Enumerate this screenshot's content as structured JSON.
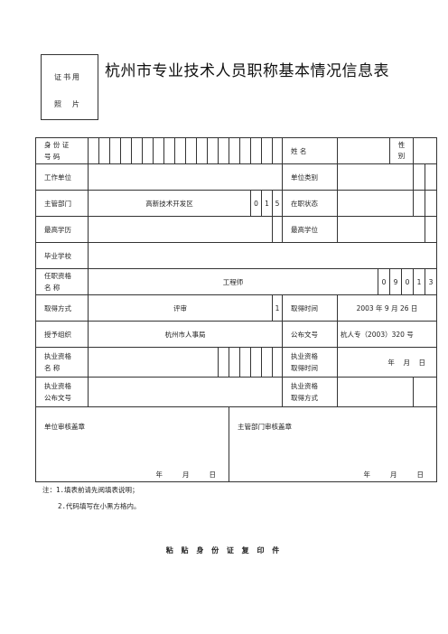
{
  "photo": {
    "line1": "证书用",
    "line2a": "照",
    "line2b": "片"
  },
  "title": "杭州市专业技术人员职称基本情况信息表",
  "rows": {
    "id_label_a": "身 份 证",
    "id_label_b": "号    码",
    "name_label": "姓    名",
    "gender_label_a": "性",
    "gender_label_b": "别",
    "work_unit_label": "工作单位",
    "unit_type_label": "单位类别",
    "dept_label": "主管部门",
    "dept_value": "高新技术开发区",
    "dept_code": [
      "0",
      "1",
      "5"
    ],
    "status_label": "在职状态",
    "highest_edu_label": "最高学历",
    "highest_degree_label": "最高学位",
    "school_label": "毕业学校",
    "title_name_label_a": "任职资格",
    "title_name_label_b": "名    称",
    "title_name_value": "工程师",
    "title_code": [
      "0",
      "9",
      "0",
      "1",
      "3"
    ],
    "method_label": "取得方式",
    "method_value": "评审",
    "method_code": "1",
    "obtain_time_label": "取得时间",
    "obtain_time_value": "2003 年 9 月 26 日",
    "grant_org_label": "授予组织",
    "grant_org_value": "杭州市人事局",
    "doc_no_label": "公布文号",
    "doc_no_value": "杭人专（2003）320 号",
    "practice_name_label_a": "执业资格",
    "practice_name_label_b": "名    称",
    "practice_time_label_a": "执业资格",
    "practice_time_label_b": "取得时间",
    "practice_time_year": "年",
    "practice_time_month": "月",
    "practice_time_day": "日",
    "practice_doc_label_a": "执业资格",
    "practice_doc_label_b": "公布文号",
    "practice_method_label_a": "执业资格",
    "practice_method_label_b": "取得方式"
  },
  "signatures": {
    "unit_label": "单位审核盖章",
    "dept_label": "主管部门审核盖章",
    "year": "年",
    "month": "月",
    "day": "日"
  },
  "notes": {
    "line1": "注：1.填表前请先阅填表说明；",
    "line2": "2.代码填写在小黑方格内。"
  },
  "footer": "粘 贴 身 份 证 复 印 件"
}
